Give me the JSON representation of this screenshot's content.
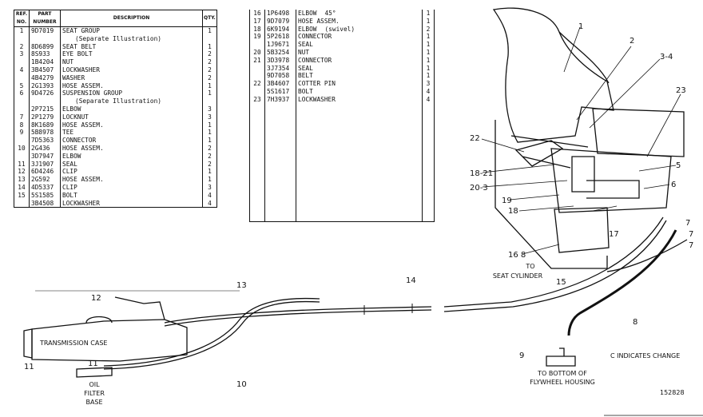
{
  "table_left": {
    "headers": {
      "ref": "REF. NO.",
      "part": "PART NUMBER",
      "desc": "DESCRIPTION",
      "qty": "QTY."
    },
    "rows": [
      {
        "ref": "1",
        "part": "9D7019",
        "desc": "SEAT GROUP",
        "qty": "1"
      },
      {
        "ref": "",
        "part": "",
        "desc": "(Separate Illustration)",
        "qty": "",
        "sub": true
      },
      {
        "ref": "",
        "part": "",
        "desc": "",
        "qty": ""
      },
      {
        "ref": "2",
        "part": "8D6899",
        "desc": "SEAT BELT",
        "qty": "1"
      },
      {
        "ref": "3",
        "part": "8S933",
        "desc": "EYE BOLT",
        "qty": "2"
      },
      {
        "ref": "",
        "part": "1B4204",
        "desc": "NUT",
        "qty": "2"
      },
      {
        "ref": "4",
        "part": "3B4507",
        "desc": "LOCKWASHER",
        "qty": "2"
      },
      {
        "ref": "",
        "part": "4B4279",
        "desc": "WASHER",
        "qty": "2"
      },
      {
        "ref": "5",
        "part": "2G1393",
        "desc": "HOSE ASSEM.",
        "qty": "1"
      },
      {
        "ref": "6",
        "part": "9D4726",
        "desc": "SUSPENSION GROUP",
        "qty": "1"
      },
      {
        "ref": "",
        "part": "",
        "desc": "(Separate Illustration)",
        "qty": "",
        "sub": true
      },
      {
        "ref": "",
        "part": "",
        "desc": "",
        "qty": ""
      },
      {
        "ref": "",
        "part": "",
        "desc": "",
        "qty": ""
      },
      {
        "ref": "",
        "part": "",
        "desc": "",
        "qty": ""
      },
      {
        "ref": "",
        "part": "",
        "desc": "",
        "qty": ""
      },
      {
        "ref": "",
        "part": "2P7215",
        "desc": "ELBOW",
        "qty": "3"
      },
      {
        "ref": "7",
        "part": "2P1279",
        "desc": "LOCKNUT",
        "qty": "3"
      },
      {
        "ref": "8",
        "part": "8K1689",
        "desc": "HOSE ASSEM.",
        "qty": "1"
      },
      {
        "ref": "9",
        "part": "5B8978",
        "desc": "TEE",
        "qty": "1"
      },
      {
        "ref": "",
        "part": "7D5363",
        "desc": "CONNECTOR",
        "qty": "1"
      },
      {
        "ref": "10",
        "part": "2G436",
        "desc": "HOSE ASSEM.",
        "qty": "2"
      },
      {
        "ref": "",
        "part": "3D7947",
        "desc": "ELBOW",
        "qty": "2"
      },
      {
        "ref": "11",
        "part": "3J1907",
        "desc": "SEAL",
        "qty": "2"
      },
      {
        "ref": "12",
        "part": "6D4246",
        "desc": "CLIP",
        "qty": "1"
      },
      {
        "ref": "13",
        "part": "2G592",
        "desc": "HOSE ASSEM.",
        "qty": "1"
      },
      {
        "ref": "14",
        "part": "4D5337",
        "desc": "CLIP",
        "qty": "3"
      },
      {
        "ref": "15",
        "part": "5S1585",
        "desc": "BOLT",
        "qty": "4"
      },
      {
        "ref": "",
        "part": "3B4508",
        "desc": "LOCKWASHER",
        "qty": "4"
      }
    ]
  },
  "table_right": {
    "rows": [
      {
        "ref": "16",
        "part": "1P6498",
        "desc": "ELBOW",
        "note": "45°",
        "qty": "1"
      },
      {
        "ref": "17",
        "part": "9D7079",
        "desc": "HOSE ASSEM.",
        "note": "",
        "qty": "1"
      },
      {
        "ref": "18",
        "part": "6K9194",
        "desc": "ELBOW",
        "note": "(swivel)",
        "qty": "2"
      },
      {
        "ref": "19",
        "part": "5P2618",
        "desc": "CONNECTOR",
        "note": "",
        "qty": "1"
      },
      {
        "ref": "",
        "part": "1J9671",
        "desc": "SEAL",
        "note": "",
        "qty": "1"
      },
      {
        "ref": "20",
        "part": "5B3254",
        "desc": "NUT",
        "note": "",
        "qty": "1"
      },
      {
        "ref": "21",
        "part": "3D3978",
        "desc": "CONNECTOR",
        "note": "",
        "qty": "1"
      },
      {
        "ref": "",
        "part": "3J7354",
        "desc": "SEAL",
        "note": "",
        "qty": "1"
      },
      {
        "ref": "",
        "part": "9D7058",
        "desc": "BELT",
        "note": "",
        "qty": "1"
      },
      {
        "ref": "22",
        "part": "3B4607",
        "desc": "COTTER PIN",
        "note": "",
        "qty": "3"
      },
      {
        "ref": "",
        "part": "5S1617",
        "desc": "BOLT",
        "note": "",
        "qty": "4"
      },
      {
        "ref": "23",
        "part": "7H3937",
        "desc": "LOCKWASHER",
        "note": "",
        "qty": "4"
      },
      {
        "ref": "",
        "part": "",
        "desc": "",
        "note": "",
        "qty": ""
      },
      {
        "ref": "",
        "part": "",
        "desc": "",
        "note": "",
        "qty": ""
      },
      {
        "ref": "",
        "part": "",
        "desc": "",
        "note": "",
        "qty": ""
      },
      {
        "ref": "",
        "part": "",
        "desc": "",
        "note": "",
        "qty": ""
      },
      {
        "ref": "",
        "part": "",
        "desc": "",
        "note": "",
        "qty": ""
      },
      {
        "ref": "",
        "part": "",
        "desc": "",
        "note": "",
        "qty": ""
      },
      {
        "ref": "",
        "part": "",
        "desc": "",
        "note": "",
        "qty": ""
      },
      {
        "ref": "",
        "part": "",
        "desc": "",
        "note": "",
        "qty": ""
      },
      {
        "ref": "",
        "part": "",
        "desc": "",
        "note": "",
        "qty": ""
      },
      {
        "ref": "",
        "part": "",
        "desc": "",
        "note": "",
        "qty": ""
      },
      {
        "ref": "",
        "part": "",
        "desc": "",
        "note": "",
        "qty": ""
      },
      {
        "ref": "",
        "part": "",
        "desc": "",
        "note": "",
        "qty": ""
      },
      {
        "ref": "",
        "part": "",
        "desc": "",
        "note": "",
        "qty": ""
      },
      {
        "ref": "",
        "part": "",
        "desc": "",
        "note": "",
        "qty": ""
      },
      {
        "ref": "",
        "part": "",
        "desc": "",
        "note": "",
        "qty": ""
      }
    ]
  },
  "callouts": {
    "c1": "1",
    "c2": "2",
    "c34": "3-4",
    "c23": "23",
    "c22": "22",
    "c1821": "18-21",
    "c203": "20-3",
    "c19": "19",
    "c18": "18",
    "c5": "5",
    "c6": "6",
    "c17": "17",
    "c7a": "7",
    "c7b": "7",
    "c7c": "7",
    "c168": "16 8",
    "c15": "15",
    "c13": "13",
    "c14": "14",
    "c12": "12",
    "c11a": "11",
    "c11b": "11",
    "c10": "10",
    "c8": "8",
    "c9": "9"
  },
  "labels": {
    "to_seat_1": "TO",
    "to_seat_2": "SEAT CYLINDER",
    "transmission": "TRANSMISSION CASE",
    "oil_filter_1": "OIL",
    "oil_filter_2": "FILTER",
    "oil_filter_3": "BASE",
    "to_flywheel_1": "TO BOTTOM OF",
    "to_flywheel_2": "FLYWHEEL HOUSING",
    "change_note": "C INDICATES CHANGE",
    "figure_no": "152828"
  }
}
